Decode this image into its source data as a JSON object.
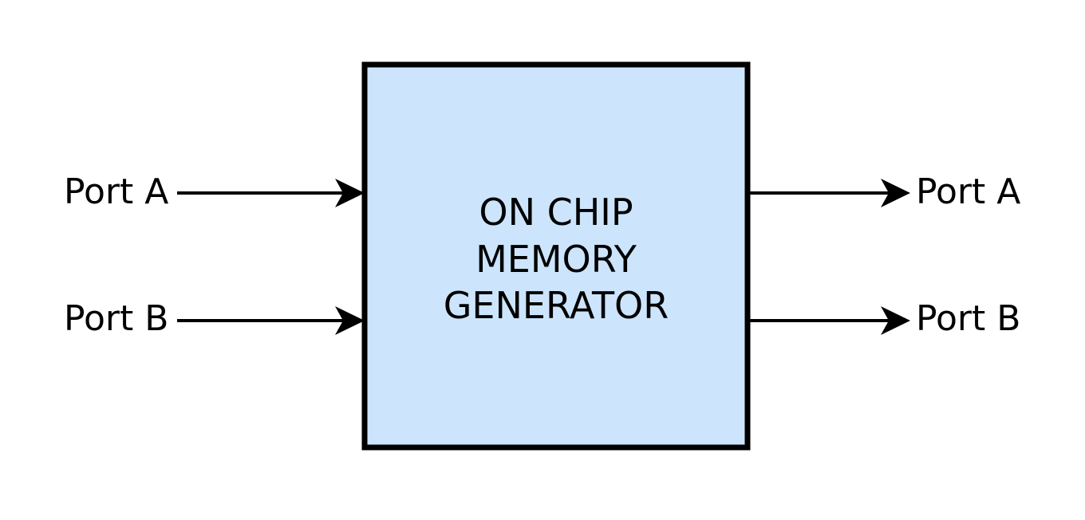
{
  "colors": {
    "block_fill": "#cce5fc",
    "block_stroke": "#000000",
    "line": "#000000",
    "background": "#ffffff"
  },
  "block": {
    "label_lines": [
      "ON CHIP",
      "MEMORY",
      "GENERATOR"
    ]
  },
  "inputs": [
    {
      "label": "Port A"
    },
    {
      "label": "Port B"
    }
  ],
  "outputs": [
    {
      "label": "Port A"
    },
    {
      "label": "Port B"
    }
  ]
}
